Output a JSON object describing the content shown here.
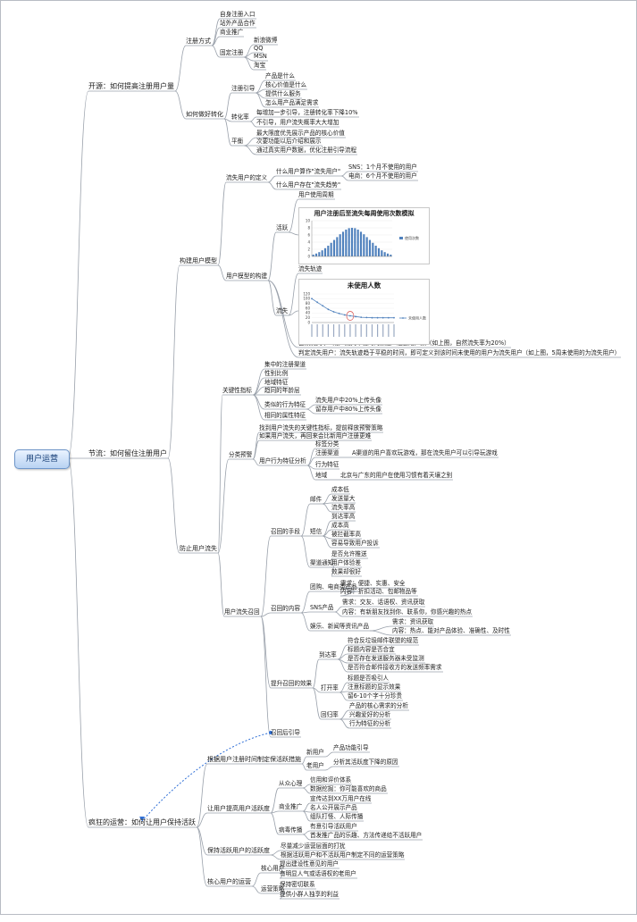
{
  "root": "用户运营",
  "branches": [
    {
      "label": "开源：如何提高注册用户量",
      "children": [
        {
          "label": "注册方式",
          "children": [
            {
              "label": "自身注册入口"
            },
            {
              "label": "站外产品合作"
            },
            {
              "label": "商业推广"
            },
            {
              "label": "固定注册",
              "children": [
                {
                  "label": "新浪微博"
                },
                {
                  "label": "QQ"
                },
                {
                  "label": "MSN"
                },
                {
                  "label": "淘宝"
                }
              ]
            }
          ]
        },
        {
          "label": "如何做好转化",
          "children": [
            {
              "label": "注册引导",
              "children": [
                {
                  "label": "产品是什么"
                },
                {
                  "label": "核心价值是什么"
                },
                {
                  "label": "提供什么服务"
                },
                {
                  "label": "怎么用产品满足需求"
                }
              ]
            },
            {
              "label": "转化率",
              "children": [
                {
                  "label": "每增加一步引导，注册转化率下降10%"
                },
                {
                  "label": "不引导，用户流失概率大大增加"
                }
              ]
            },
            {
              "label": "平衡",
              "children": [
                {
                  "label": "最大限度优先展示产品的核心价值"
                },
                {
                  "label": "次要功能以后介绍和展示"
                },
                {
                  "label": "通过真实用户数据，优化注册引导流程"
                }
              ]
            }
          ]
        }
      ]
    },
    {
      "label": "节流：如何留住注册用户",
      "children": [
        {
          "label": "构建用户模型",
          "children": [
            {
              "label": "流失用户的定义",
              "children": [
                {
                  "label": "什么用户算作\"流失用户\"",
                  "children": [
                    {
                      "label": "SNS：1个月不使用的用户"
                    },
                    {
                      "label": "电商：6个月不使用的用户"
                    }
                  ]
                },
                {
                  "label": "什么用户存在\"流失趋势\""
                }
              ]
            },
            {
              "label": "用户模型的构建",
              "children": [
                {
                  "label": "活跃",
                  "children": [
                    {
                      "label": "用户使用周期"
                    },
                    {
                      "label": "[chart] 用户注册后至流失每周使用次数模拟"
                    }
                  ]
                },
                {
                  "label": "流失",
                  "children": [
                    {
                      "label": "流失轨迹"
                    },
                    {
                      "label": "[chart] 未使用人数"
                    }
                  ]
                },
                {
                  "label": "自然流失率=用户流失平稳时的数量÷注册用户数（如上图，自然流失率为20%）"
                },
                {
                  "label": "判定流失用户：流失轨迹趋于平稳的时间，即可定义到该时间未使用的用户为流失用户（如上图，5周未使用的为流失用户）"
                }
              ]
            }
          ]
        },
        {
          "label": "防止用户流失",
          "children": [
            {
              "label": "关键性指标",
              "children": [
                {
                  "label": "集中的注册渠道"
                },
                {
                  "label": "性别比例"
                },
                {
                  "label": "地域特征"
                },
                {
                  "label": "趋同的年龄层"
                },
                {
                  "label": "类似的行为特征",
                  "children": [
                    {
                      "label": "流失用户中20%上传头像"
                    },
                    {
                      "label": "留存用户中80%上传头像"
                    }
                  ]
                },
                {
                  "label": "相同的属性特征"
                }
              ]
            },
            {
              "label": "分类预警",
              "children": [
                {
                  "label": "找到用户流失的关键性指标，提前释放预警策略"
                },
                {
                  "label": "如果用户流失，再回来会比新用户注册更难"
                },
                {
                  "label": "用户行为特征分析",
                  "children": [
                    {
                      "label": "标签分类"
                    },
                    {
                      "label": "注册渠道",
                      "children": [
                        {
                          "label": "A渠道的用户喜欢玩游戏，那在流失用户可以引导玩游戏"
                        }
                      ]
                    },
                    {
                      "label": "行为特征"
                    },
                    {
                      "label": "地域",
                      "children": [
                        {
                          "label": "北京与广东的用户在使用习惯有着天壤之别"
                        }
                      ]
                    }
                  ]
                }
              ]
            },
            {
              "label": "用户流失召回",
              "children": [
                {
                  "label": "召回的手段",
                  "children": [
                    {
                      "label": "邮件",
                      "children": [
                        {
                          "label": "成本低"
                        },
                        {
                          "label": "发送量大"
                        },
                        {
                          "label": "流失率高"
                        }
                      ]
                    },
                    {
                      "label": "短信",
                      "children": [
                        {
                          "label": "到达率高"
                        },
                        {
                          "label": "成本高"
                        },
                        {
                          "label": "被拦截率高"
                        },
                        {
                          "label": "容易导致用户投诉"
                        }
                      ]
                    },
                    {
                      "label": "渠道通知",
                      "children": [
                        {
                          "label": "是否允许推送"
                        },
                        {
                          "label": "用户体验差"
                        },
                        {
                          "label": "效果却很好"
                        }
                      ]
                    }
                  ]
                },
                {
                  "label": "召回的内容",
                  "children": [
                    {
                      "label": "团购、电商类产品",
                      "children": [
                        {
                          "label": "需求：便捷、实惠、安全"
                        },
                        {
                          "label": "内容：折扣活动、包邮物品等"
                        }
                      ]
                    },
                    {
                      "label": "SNS产品",
                      "children": [
                        {
                          "label": "需求：交友、话语权、资讯获取"
                        },
                        {
                          "label": "内容：有新朋友找到你、联系你，你感兴趣的热点"
                        }
                      ]
                    },
                    {
                      "label": "娱乐、新闻等资讯产品",
                      "children": [
                        {
                          "label": "需求：资讯获取"
                        },
                        {
                          "label": "内容：热点、能对产品体验、准确性、及时性"
                        }
                      ]
                    }
                  ]
                },
                {
                  "label": "提升召回的效果",
                  "children": [
                    {
                      "label": "到达率",
                      "children": [
                        {
                          "label": "符合反垃圾邮件联盟的规范"
                        },
                        {
                          "label": "标题内容是否合宜"
                        },
                        {
                          "label": "是否存在发送服务器未受监测"
                        },
                        {
                          "label": "是否符合邮件接收方的发送频率需求"
                        }
                      ]
                    },
                    {
                      "label": "打开率",
                      "children": [
                        {
                          "label": "标题是否吸引人"
                        },
                        {
                          "label": "注意标题的显示效果"
                        },
                        {
                          "label": "留6-10个字十分珍贵"
                        }
                      ]
                    },
                    {
                      "label": "回归率",
                      "children": [
                        {
                          "label": "产品的核心需求的分析"
                        },
                        {
                          "label": "兴趣爱好的分析"
                        },
                        {
                          "label": "行为特征的分析"
                        }
                      ]
                    }
                  ]
                },
                {
                  "label": "召回后引导"
                }
              ]
            }
          ]
        }
      ]
    },
    {
      "label": "疯狂的运营：如何让用户保持活跃",
      "children": [
        {
          "label": "根据用户注册时间制定保活跃措施",
          "children": [
            {
              "label": "新用户",
              "children": [
                {
                  "label": "产品功能引导"
                }
              ]
            },
            {
              "label": "老用户",
              "children": [
                {
                  "label": "分析其活跃度下降的原因"
                }
              ]
            }
          ]
        },
        {
          "label": "让用户提高用户活跃度",
          "children": [
            {
              "label": "从众心理",
              "children": [
                {
                  "label": "信用和评价体系"
                },
                {
                  "label": "数据挖掘：你可能喜欢的商品"
                }
              ]
            },
            {
              "label": "商业推广",
              "children": [
                {
                  "label": "宣传达到XX万用户在线"
                },
                {
                  "label": "名人公开展示产品"
                },
                {
                  "label": "组队打怪、人际传播"
                }
              ]
            },
            {
              "label": "病毒传播",
              "children": [
                {
                  "label": "有意引导活跃用户"
                },
                {
                  "label": "首发推广品的乐趣、方法传递给不活跃用户"
                }
              ]
            }
          ]
        },
        {
          "label": "保持活跃用户的活跃度",
          "children": [
            {
              "label": "尽量减少运营层面的打扰"
            },
            {
              "label": "根据活跃用户和不活跃用户制定不同的运营策略"
            }
          ]
        },
        {
          "label": "核心用户的运营",
          "children": [
            {
              "label": "核心用户",
              "children": [
                {
                  "label": "提出建设性意见的用户"
                },
                {
                  "label": "有明显人气或话语权的老用户"
                }
              ]
            },
            {
              "label": "运营策略",
              "children": [
                {
                  "label": "保持密切联系"
                },
                {
                  "label": "提供小群人独享的利益"
                }
              ]
            }
          ]
        }
      ]
    }
  ],
  "chart_data": [
    {
      "type": "bar",
      "title": "用户注册后至流失每周使用次数模拟",
      "series": [
        {
          "name": "使用次数",
          "values": [
            0.5,
            0.8,
            1.2,
            1.7,
            2.3,
            3.0,
            3.8,
            4.6,
            5.4,
            6.2,
            6.9,
            7.5,
            7.9,
            8.0,
            7.9,
            7.5,
            6.9,
            6.2,
            5.4,
            4.6,
            3.8,
            3.0,
            2.3,
            1.7,
            1.2,
            0.8,
            0.5
          ]
        }
      ],
      "ylim": [
        0,
        10
      ],
      "yticks": [
        0,
        2,
        4,
        6,
        8,
        10
      ]
    },
    {
      "type": "line",
      "title": "未使用人数",
      "series": [
        {
          "name": "未使用人数",
          "values": [
            100,
            85,
            70,
            55,
            45,
            38,
            32,
            28,
            25,
            22,
            21,
            20,
            20,
            20,
            20,
            20
          ]
        }
      ],
      "ylim": [
        0,
        120
      ],
      "yticks": [
        0,
        20,
        40,
        60,
        80,
        100,
        120
      ],
      "highlight_index": 7
    }
  ],
  "colors": {
    "line": "#9aa1ab",
    "bar": "#4f81bd",
    "linechart": "#4f81bd",
    "highlight": "#d9534f",
    "link": "#2f6fd6"
  }
}
